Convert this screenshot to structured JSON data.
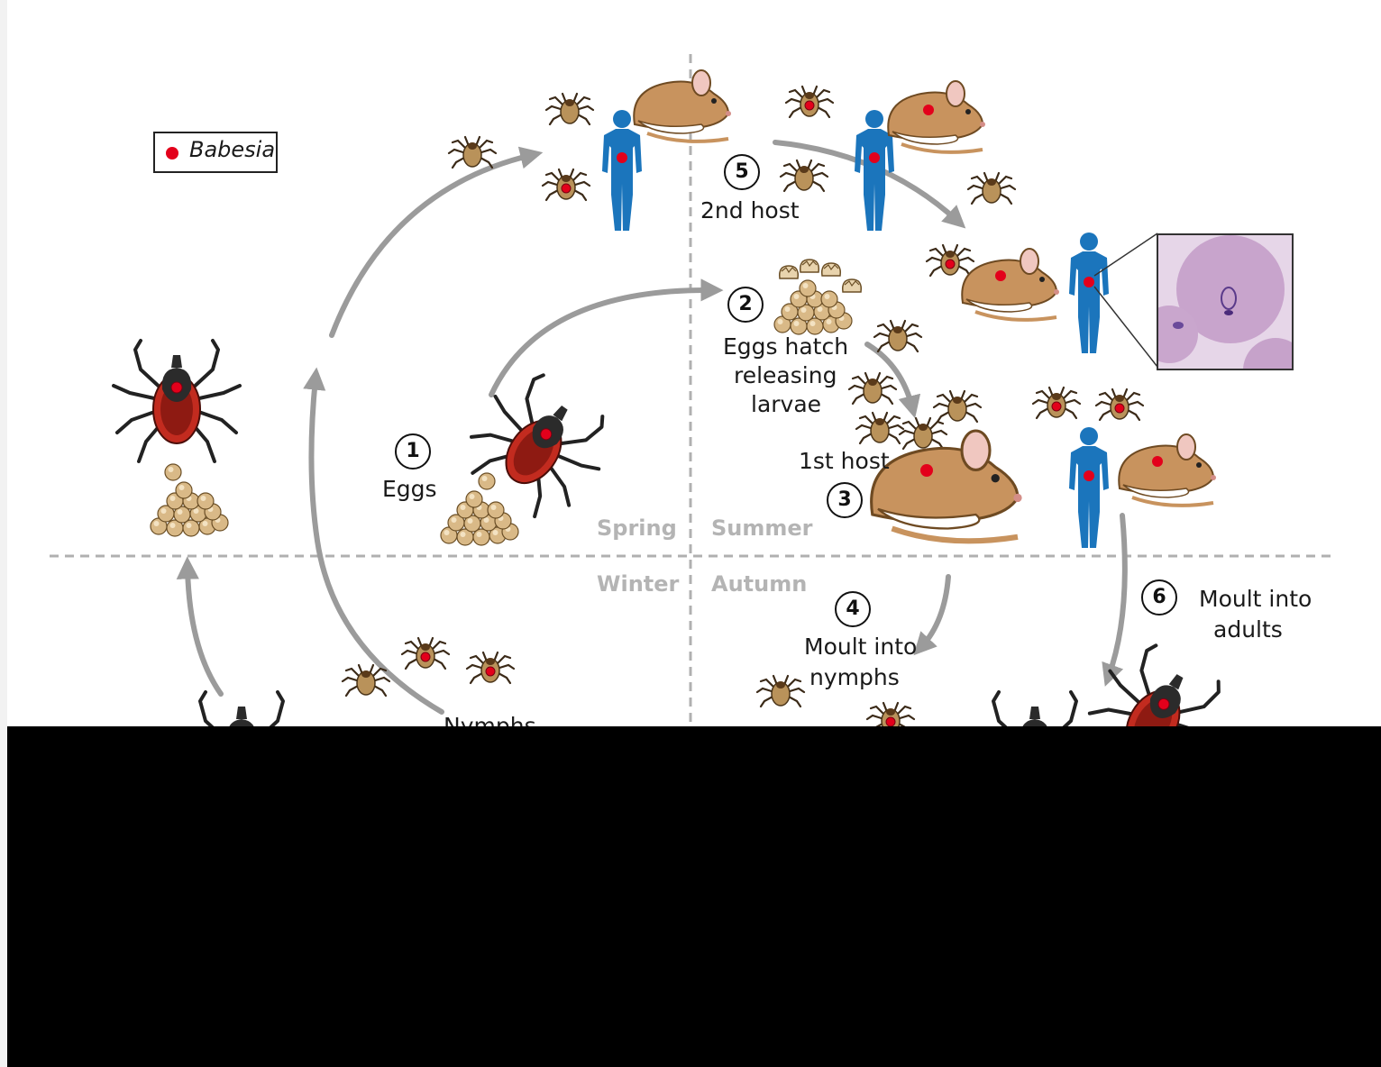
{
  "legend": {
    "label": "Babesia",
    "color": "#e3001b"
  },
  "seasons": {
    "spring": "Spring",
    "summer": "Summer",
    "winter": "Winter",
    "autumn": "Autumn"
  },
  "steps": [
    {
      "number": "1",
      "label_lines": [
        "Eggs"
      ]
    },
    {
      "number": "2",
      "label_lines": [
        "Eggs hatch",
        "releasing",
        "larvae"
      ]
    },
    {
      "number": "3",
      "label_lines": [
        "1st host"
      ]
    },
    {
      "number": "4",
      "label_lines": [
        "Moult into",
        "nymphs"
      ]
    },
    {
      "number": "5",
      "label_lines": [
        "2nd host"
      ]
    },
    {
      "number": "6",
      "label_lines": [
        "Moult into",
        "adults"
      ]
    }
  ],
  "partial_label": "Nymphs",
  "colors": {
    "arrow": "#9b9b9b",
    "human": "#1b75bc",
    "mouse": "#c8935e",
    "tick_adult_body": "#c22b1f",
    "tick_nymph": "#b9925a",
    "egg": "#d9b987",
    "divider": "#b0b0b0",
    "season_text": "#b4b4b4",
    "occlusion": "#000000"
  }
}
